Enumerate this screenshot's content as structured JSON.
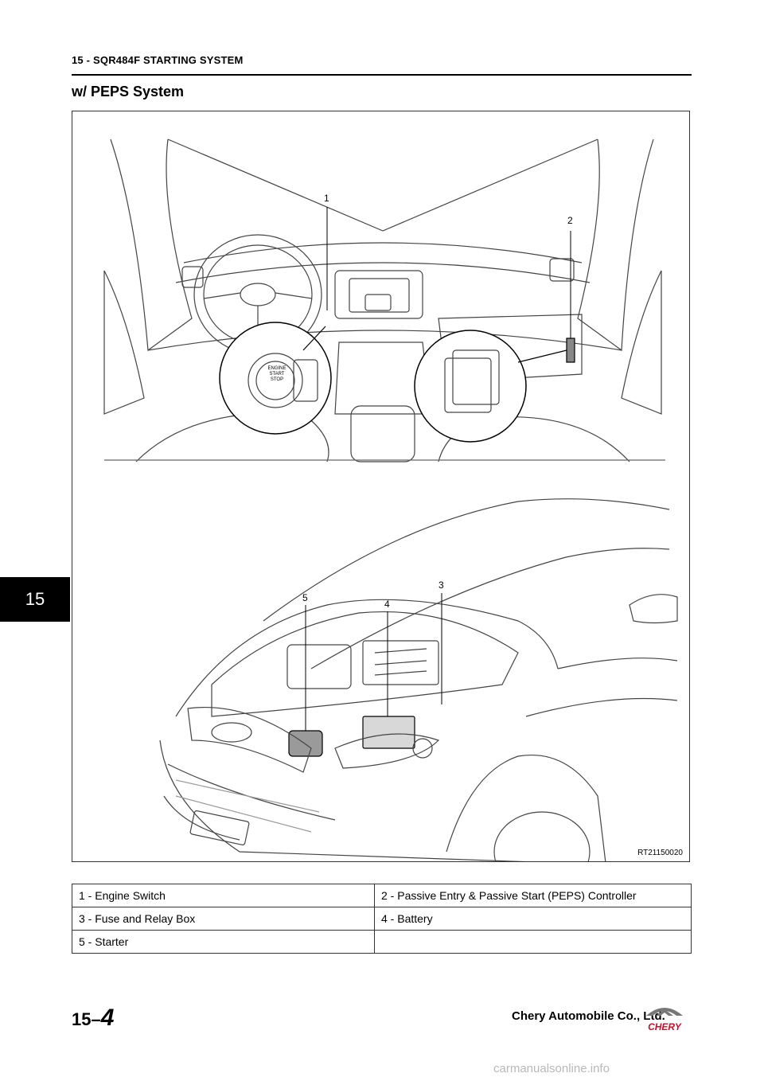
{
  "header": {
    "title": "15 - SQR484F STARTING SYSTEM"
  },
  "section": {
    "title": "w/ PEPS System"
  },
  "figure": {
    "id": "RT21150020",
    "callouts": [
      "1",
      "2",
      "3",
      "4",
      "5"
    ],
    "switch_text": [
      "ENGINE",
      "START",
      "STOP"
    ]
  },
  "side_tab": {
    "label": "15"
  },
  "legend": {
    "rows": [
      [
        "1 - Engine Switch",
        "2 - Passive Entry & Passive Start (PEPS) Controller"
      ],
      [
        "3 - Fuse and Relay Box",
        "4 - Battery"
      ],
      [
        "5 - Starter",
        ""
      ]
    ]
  },
  "footer": {
    "chapter": "15–",
    "page": "4",
    "company": "Chery Automobile Co., Ltd.",
    "logo_text": "CHERY",
    "watermark": "carmanualsonline.info"
  },
  "colors": {
    "logo_red": "#c8102e",
    "line": "#333333",
    "tab_bg": "#000000"
  }
}
